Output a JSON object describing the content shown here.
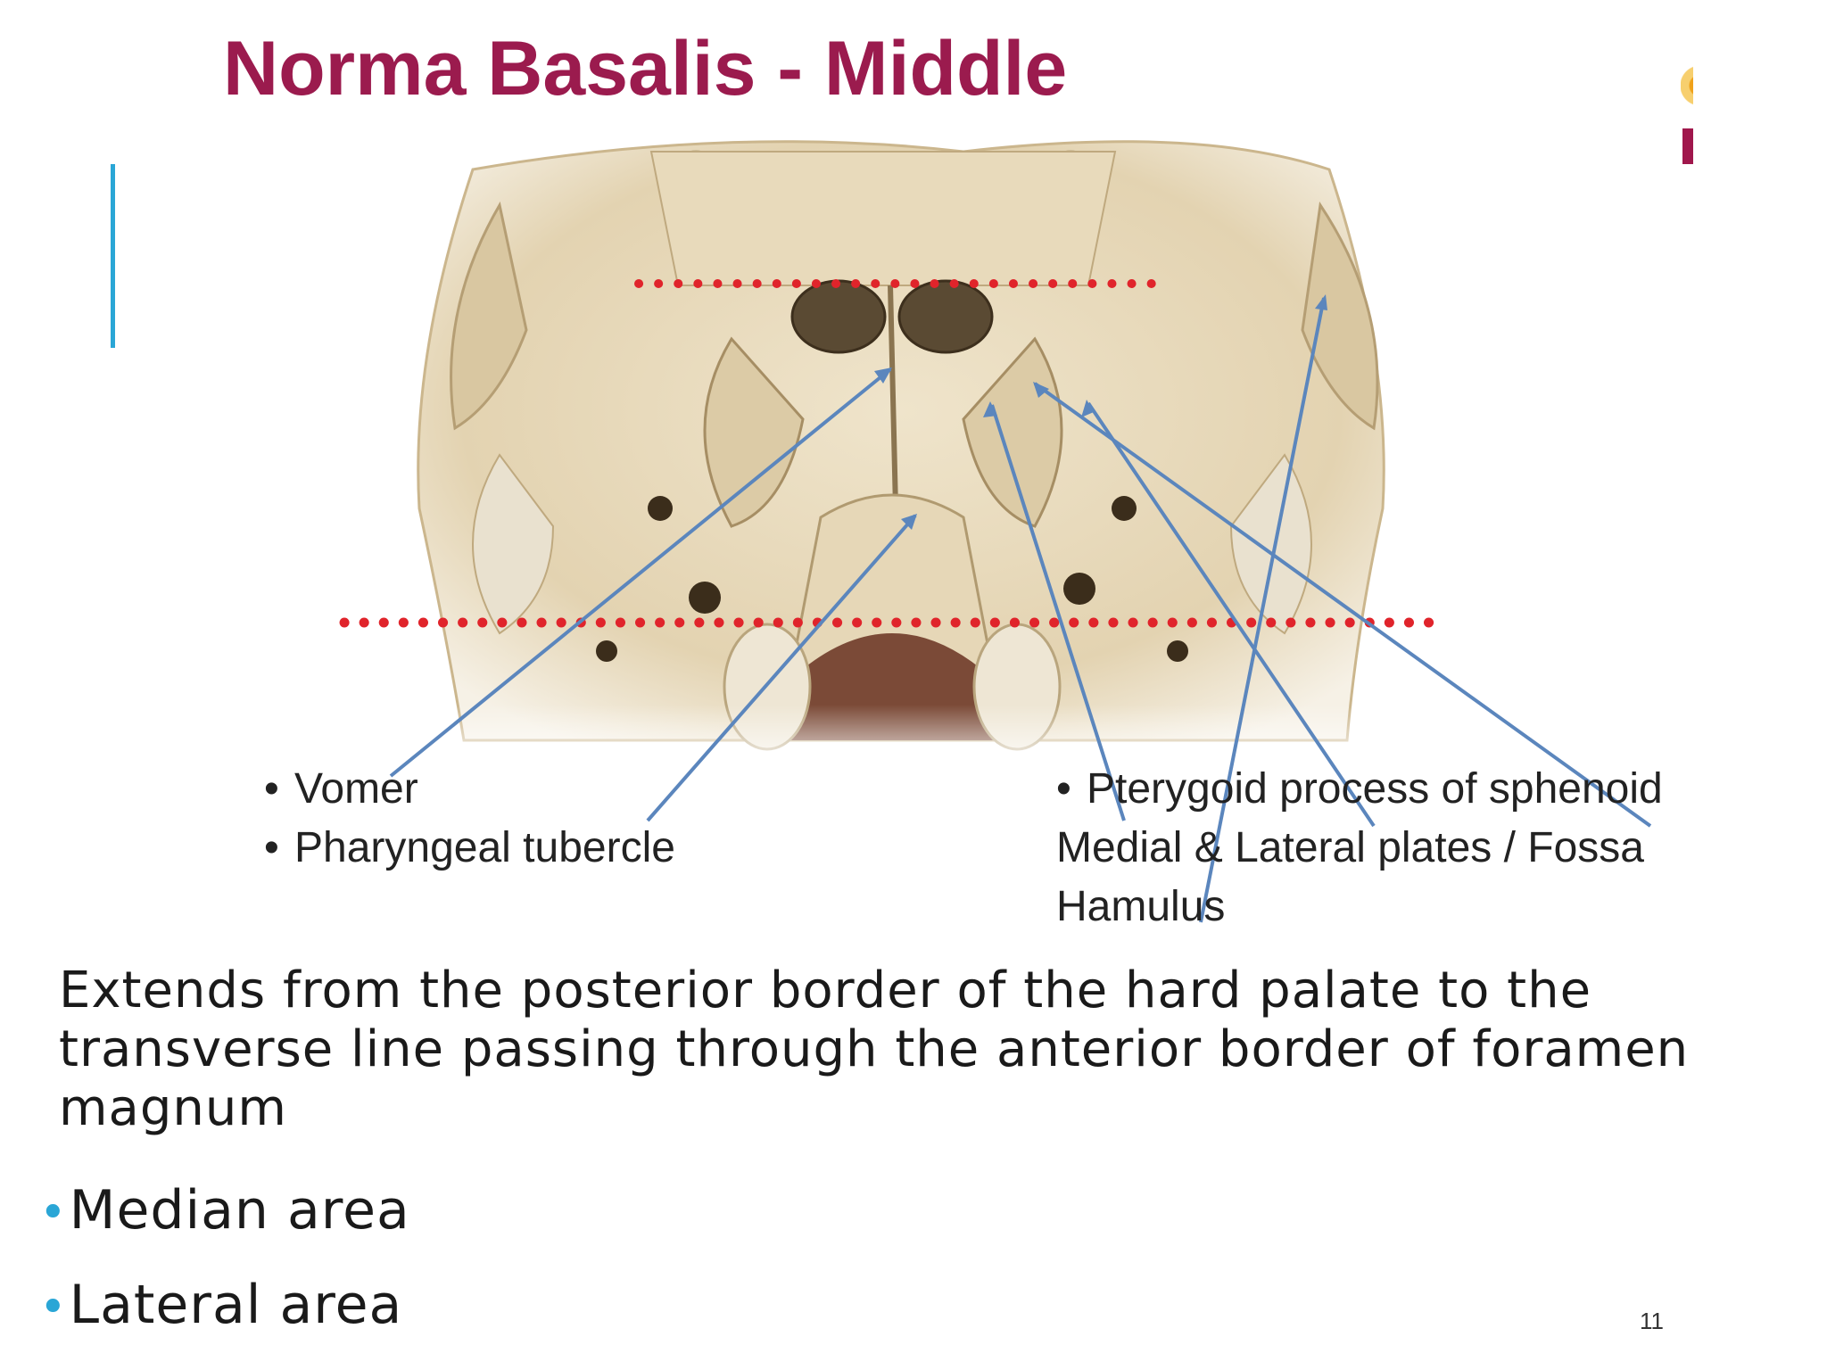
{
  "slide": {
    "title": "Norma Basalis - Middle",
    "figure_labels_left": [
      "Vomer",
      "Pharyngeal tubercle"
    ],
    "figure_labels_right": {
      "bullet": "Pterygoid process of sphenoid",
      "line2": "Medial & Lateral plates / Fossa",
      "line3": "Hamulus"
    },
    "body_text": "Extends from the posterior border of the hard palate to the transverse line passing through the anterior border of foramen magnum",
    "bullets": [
      "Median area",
      "Lateral area"
    ],
    "page_number": "11"
  },
  "colors": {
    "title": "#9b1b4e",
    "accent": "#2aa6d6",
    "pointer_arrows": "#5b86bd",
    "dotted_lines": "#e0242b",
    "bone": "#e9dcc0"
  }
}
